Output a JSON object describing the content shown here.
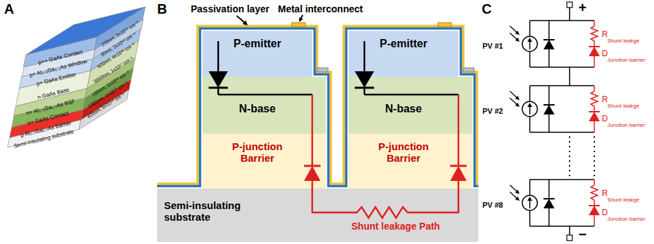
{
  "diagram": {
    "nodes": [
      {
        "text": [
          "p++ GaAs Contact",
          "200nm, 2x10¹⁹ cm⁻³"
        ]
      },
      {
        "text": [
          "p+ Al₀.₈Ga₀.₂As Window",
          "30nm, 2x10¹⁸ cm⁻³"
        ]
      },
      {
        "text": [
          "p+ GaAs Emitter",
          "500nm, 4x10¹⁸ cm⁻³"
        ]
      },
      {
        "text": [
          "n GaAs Base",
          "3000nm, 1x10¹⁷ cm⁻³"
        ]
      },
      {
        "text": [
          "n+ Al₀.₃Ga₀.₇As BSF",
          "150nm, 1x10¹⁸ cm⁻³"
        ]
      },
      {
        "text": [
          "n+ GaAs Contact",
          "1000nm, 2x10¹⁸ cm⁻³"
        ]
      },
      {
        "text": [
          "p Al₀.₃Ga₀.₇As barrier",
          "400nm, 5x10¹⁸ cm⁻³"
        ]
      },
      {
        "text": [
          "Semi-insulating substrate"
        ]
      },
      {
        "text": [
          "P-emitter"
        ]
      },
      {
        "text": [
          "N-base"
        ]
      },
      {
        "text": [
          "P-junction Barrier"
        ]
      },
      {
        "text": [
          "P-emitter"
        ]
      },
      {
        "text": [
          "N-base"
        ]
      },
      {
        "text": [
          "P-junction Barrier"
        ]
      },
      {
        "text": [
          "Semi-insulating substrate"
        ]
      }
    ],
    "labels": [
      "A",
      "B",
      "C",
      "Passivation layer",
      "Metal interconnect",
      "Shunt leakage Path",
      "PV #1",
      "R",
      "Shunt leakge",
      "D",
      "Junction barrier",
      "PV #2",
      "R",
      "Shunt leakge",
      "D",
      "Junction barrier",
      "PV #8",
      "R",
      "Shunt leakge",
      "D",
      "Junction barrier",
      "+",
      "−"
    ]
  }
}
